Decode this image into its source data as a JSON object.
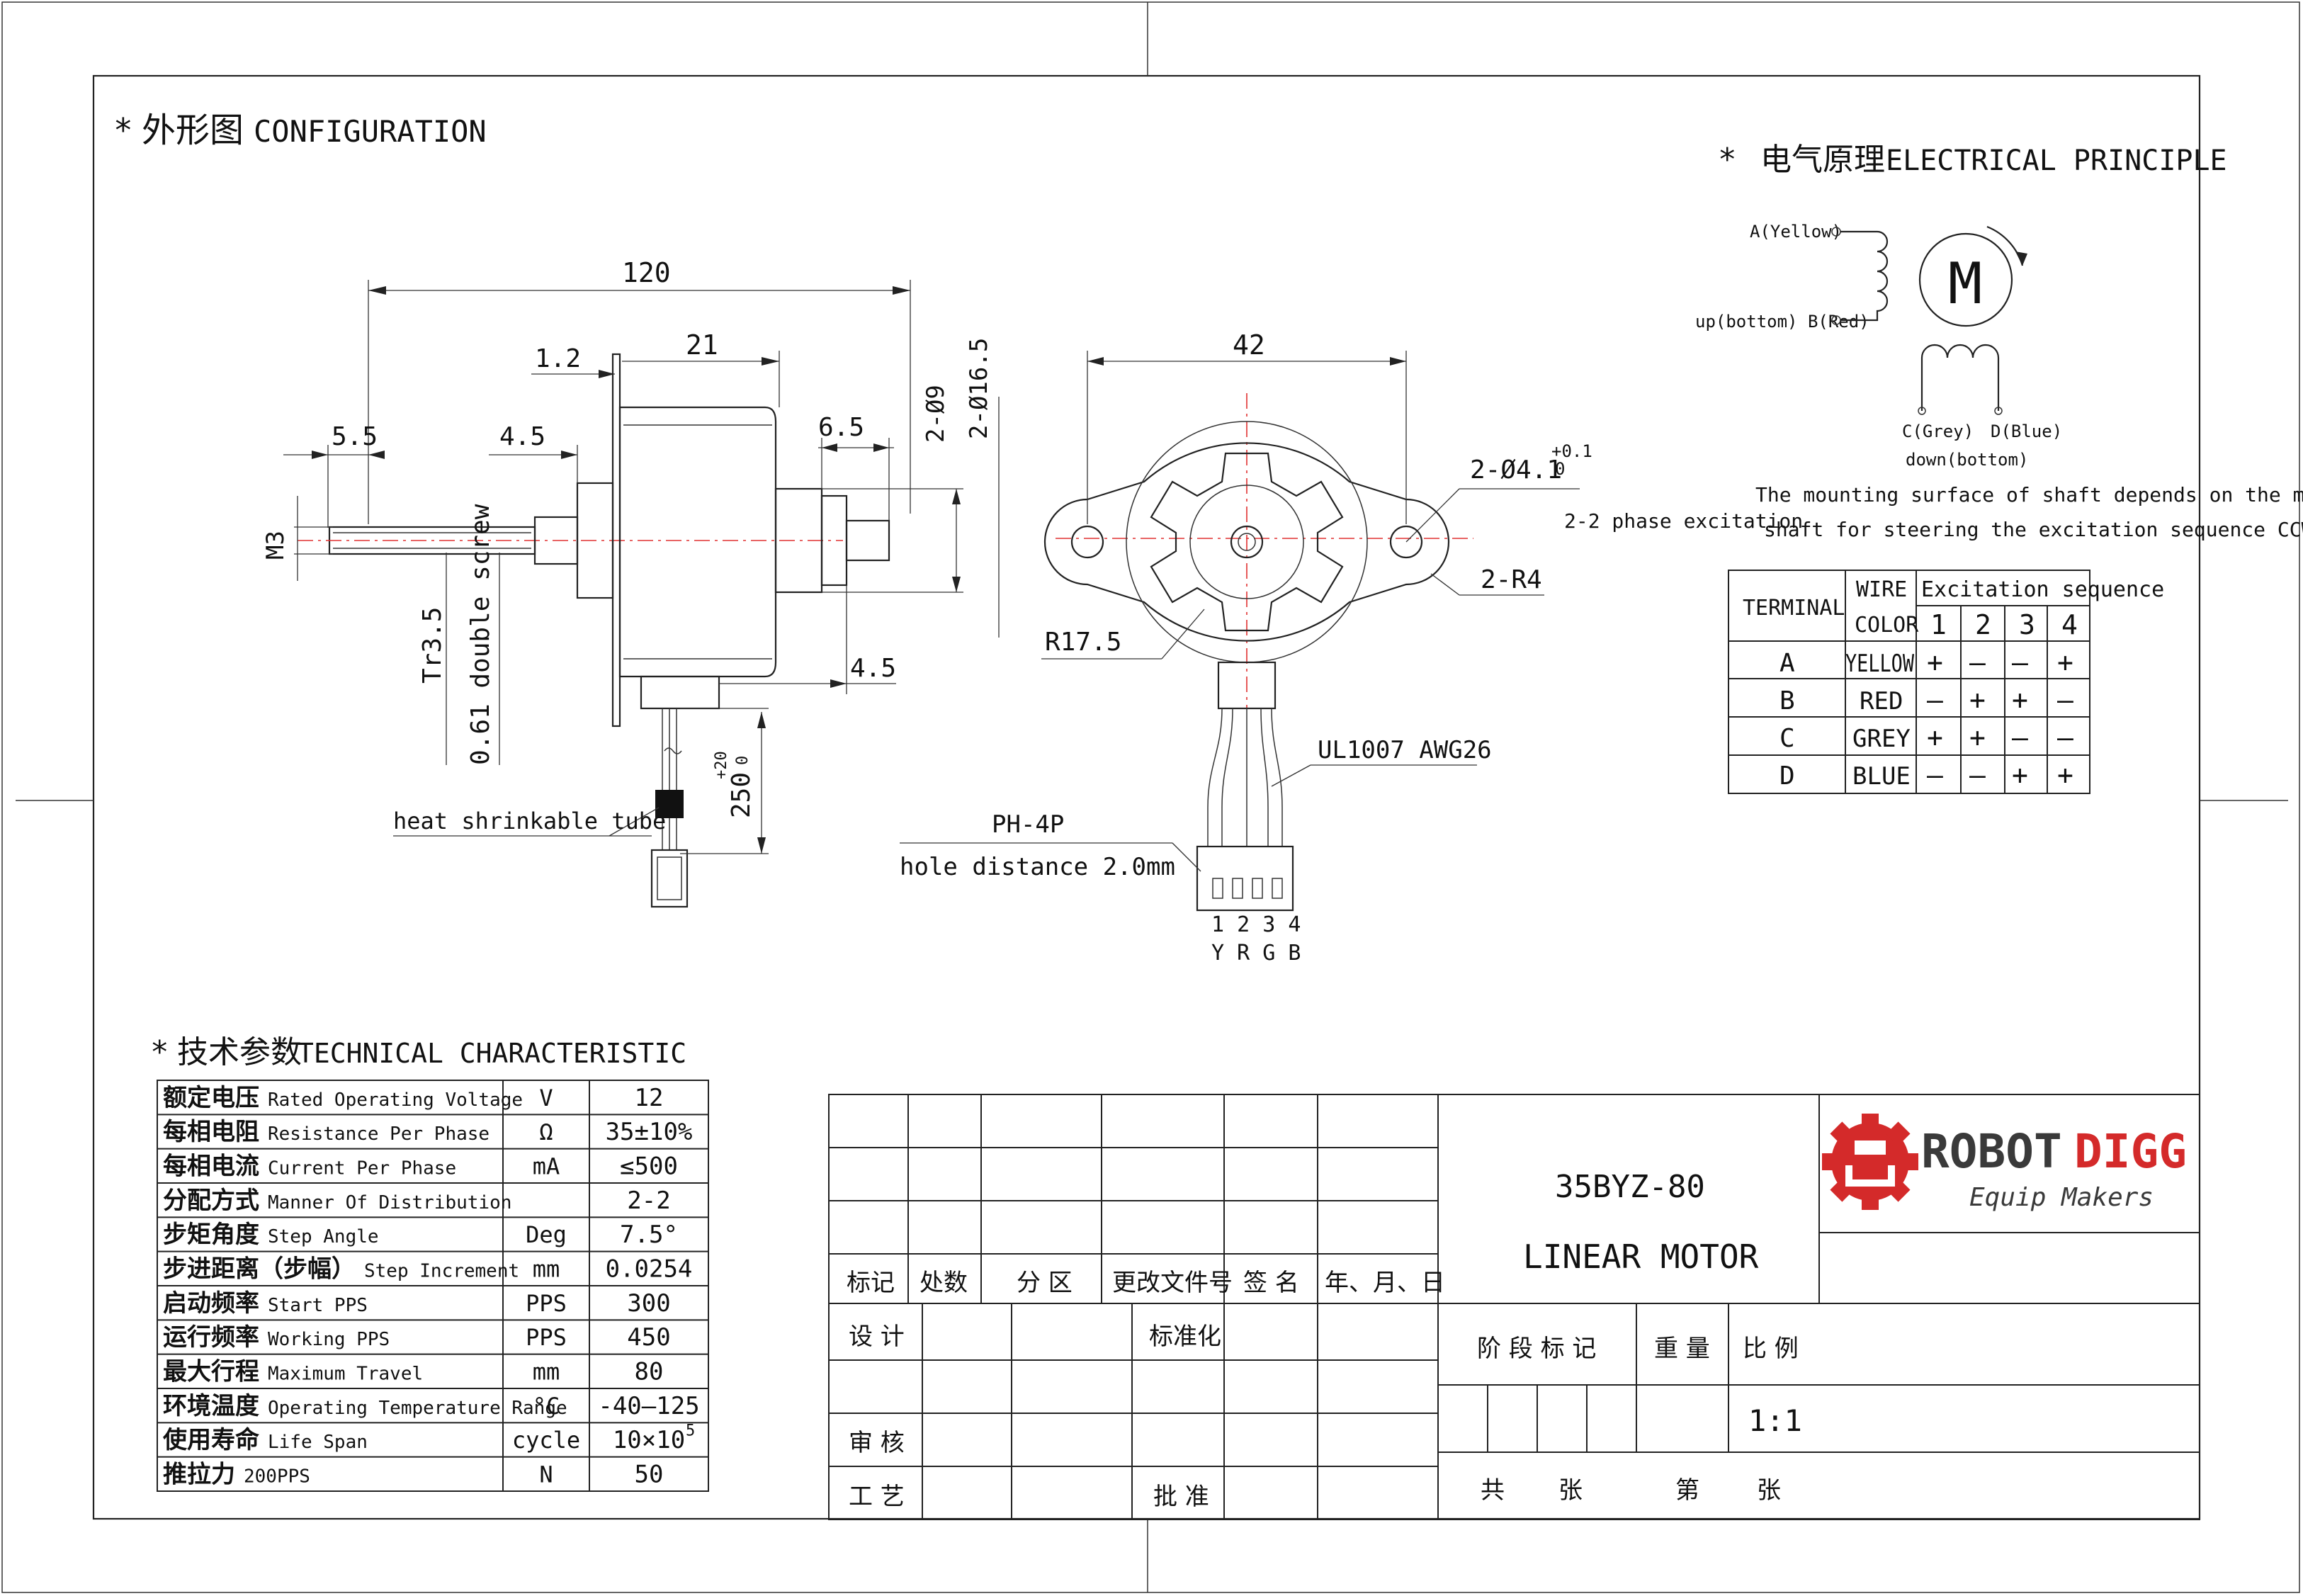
{
  "configuration": {
    "heading_marker": "*",
    "heading_cn": "外形图",
    "heading_en": "CONFIGURATION"
  },
  "side_view": {
    "dim_120": "120",
    "dim_21": "21",
    "dim_1_2": "1.2",
    "dim_5_5": "5.5",
    "dim_4_5_left": "4.5",
    "dim_6_5": "6.5",
    "dim_4_5_bottom": "4.5",
    "dim_phi9": "2-Ø9",
    "dim_phi16_5": "2-Ø16.5",
    "dim_m3": "M3",
    "dim_tr": "Tr3.5",
    "dim_screw": "0.61 double screw",
    "dim_250": "250",
    "dim_250_tol_upper": "+20",
    "dim_250_tol_lower": "0",
    "tube_label": "heat shrinkable tube"
  },
  "front_view": {
    "dim_42": "42",
    "dim_hole": "2-Ø4.1",
    "dim_hole_tol_upper": "+0.1",
    "dim_hole_tol_lower": "0",
    "dim_r4": "2-R4",
    "dim_r17_5": "R17.5",
    "cable_label": "UL1007 AWG26",
    "connector_label": "PH-4P",
    "hole_distance": "hole distance 2.0mm",
    "pin_numbers": "1 2 3 4",
    "pin_colors": "Y R G B"
  },
  "electrical": {
    "heading_marker": "*",
    "heading_cn": "电气原理",
    "heading_en": "ELECTRICAL PRINCIPLE",
    "label_a": "A(Yellow)",
    "label_b": "up(bottom) B(Red)",
    "label_c": "C(Grey)",
    "label_d": "D(Blue)",
    "label_down": "down(bottom)",
    "motor_symbol": "M",
    "excitation_note": "2-2 phase excitation",
    "note_line1": "The mounting surface of shaft depends on the motor",
    "note_line2": "shaft for steering the excitation sequence CCW"
  },
  "excitation_table": {
    "terminal_header": "TERMINAL",
    "wire_header_1": "WIRE",
    "wire_header_2": "COLOR",
    "sequence_header": "Excitation sequence",
    "steps": [
      "1",
      "2",
      "3",
      "4"
    ],
    "rows": [
      {
        "terminal": "A",
        "color": "YELLOW",
        "seq": [
          "+",
          "—",
          "—",
          "+"
        ]
      },
      {
        "terminal": "B",
        "color": "RED",
        "seq": [
          "—",
          "+",
          "+",
          "—"
        ]
      },
      {
        "terminal": "C",
        "color": "GREY",
        "seq": [
          "+",
          "+",
          "—",
          "—"
        ]
      },
      {
        "terminal": "D",
        "color": "BLUE",
        "seq": [
          "—",
          "—",
          "+",
          "+"
        ]
      }
    ]
  },
  "technical": {
    "heading_marker": "*",
    "heading_cn": "技术参数",
    "heading_en": "TECHNICAL CHARACTERISTIC",
    "rows": [
      {
        "cn": "额定电压",
        "en": "Rated Operating Voltage",
        "unit": "V",
        "value": "12"
      },
      {
        "cn": "每相电阻",
        "en": "Resistance Per Phase",
        "unit": "Ω",
        "value": "35±10%"
      },
      {
        "cn": "每相电流",
        "en": "Current Per Phase",
        "unit": "mA",
        "value": "≤500"
      },
      {
        "cn": "分配方式",
        "en": "Manner Of Distribution",
        "unit": "",
        "value": "2-2"
      },
      {
        "cn": "步矩角度",
        "en": "Step Angle",
        "unit": "Deg",
        "value": "7.5°"
      },
      {
        "cn": "步进距离（步幅）",
        "en": "Step Increment",
        "unit": "mm",
        "value": "0.0254"
      },
      {
        "cn": "启动频率",
        "en": "Start PPS",
        "unit": "PPS",
        "value": "300"
      },
      {
        "cn": "运行频率",
        "en": "Working PPS",
        "unit": "PPS",
        "value": "450"
      },
      {
        "cn": "最大行程",
        "en": "Maximum Travel",
        "unit": "mm",
        "value": "80"
      },
      {
        "cn": "环境温度",
        "en": "Operating Temperature Range",
        "unit": "°C",
        "value": "-40—125"
      },
      {
        "cn": "使用寿命",
        "en": "Life Span",
        "unit": "cycle",
        "value": "10×10"
      },
      {
        "cn": "推拉力",
        "en": "200PPS",
        "unit": "N",
        "value": "50"
      }
    ],
    "life_exponent": "5"
  },
  "title_block": {
    "hdr_mark": "标记",
    "hdr_count": "处数",
    "hdr_zone": "分 区",
    "hdr_doc": "更改文件号",
    "hdr_sign": "签 名",
    "hdr_date": "年、月、日",
    "design": "设 计",
    "standard": "标准化",
    "review": "审 核",
    "process": "工 艺",
    "approve": "批 准",
    "model": "35BYZ-80",
    "product": "LINEAR MOTOR",
    "stage": "阶 段 标 记",
    "weight": "重 量",
    "scale_label": "比 例",
    "scale_value": "1:1",
    "total": "共",
    "sheet_unit_1": "张",
    "sheet_no": "第",
    "sheet_unit_2": "张",
    "logo_robot": "ROBOT",
    "logo_digg": "DIGG",
    "logo_tagline": "Equip Makers",
    "logo_color": "#d42a2a",
    "logo_text_color": "#3a3a3a"
  }
}
